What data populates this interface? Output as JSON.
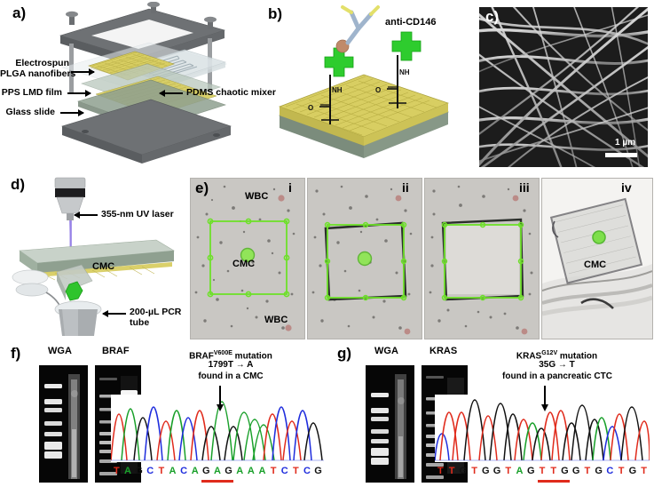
{
  "figure": {
    "panels": {
      "a": {
        "letter": "a)",
        "labels": {
          "electrospun": "Electrospun",
          "plga": "PLGA nanofibers",
          "pps": "PPS LMD film",
          "glass": "Glass slide",
          "pdms": "PDMS chaotic mixer"
        }
      },
      "b": {
        "letter": "b)",
        "antibody_label": "anti-CD146",
        "bond_labels": [
          "NH",
          "O",
          "NH",
          "O"
        ]
      },
      "c": {
        "letter": "c)",
        "scale_bar": "1 µm"
      },
      "d": {
        "letter": "d)",
        "laser_label": "355-nm UV laser",
        "cmc_label": "CMC",
        "tube_label": "200-µL PCR\ntube",
        "tube_label_line1": "200-µL PCR",
        "tube_label_line2": "tube"
      },
      "e": {
        "letter": "e)",
        "subpanels": [
          {
            "roman": "i",
            "labels": [
              "WBC",
              "CMC",
              "WBC"
            ]
          },
          {
            "roman": "ii",
            "labels": []
          },
          {
            "roman": "iii",
            "labels": []
          },
          {
            "roman": "iv",
            "labels": [
              "CMC"
            ]
          }
        ]
      },
      "f": {
        "letter": "f)",
        "gel_labels": [
          "WGA",
          "BRAF"
        ],
        "annotation_line1_pre": "BRAF",
        "annotation_line1_sup": "V600E",
        "annotation_line1_post": " mutation",
        "annotation_line2": "1799T → A",
        "annotation_line3": "found in a CMC",
        "sequence": [
          "T",
          "A",
          "G",
          "C",
          "T",
          "A",
          "C",
          "A",
          "G",
          "A",
          "G",
          "A",
          "A",
          "A",
          "T",
          "C",
          "T",
          "C",
          "G"
        ],
        "underline_start_index": 8,
        "underline_length": 3,
        "mutation_index": 9
      },
      "g": {
        "letter": "g)",
        "gel_labels": [
          "WGA",
          "KRAS"
        ],
        "annotation_line1_pre": "KRAS",
        "annotation_line1_sup": "G12V",
        "annotation_line1_post": " mutation",
        "annotation_line2": "35G → T",
        "annotation_line3": "found in a pancreatic CTC",
        "sequence": [
          "T",
          "T",
          "G",
          "T",
          "G",
          "G",
          "T",
          "A",
          "G",
          "T",
          "T",
          "G",
          "G",
          "T",
          "G",
          "C",
          "T",
          "G",
          "T"
        ],
        "underline_start_index": 9,
        "underline_length": 3,
        "mutation_index": 10
      }
    },
    "colors": {
      "base_color_A": "#19a02a",
      "base_color_C": "#1f2ddd",
      "base_color_G": "#111111",
      "base_color_T": "#e02b1c",
      "nanofiber_yellow": "#d8ce62",
      "glass_green": "#8fa090",
      "metal_gray": "#777a7d",
      "capture_green": "#57d32a",
      "underline_red": "#e02b1c",
      "antibody_blue": "#9fb4cc"
    }
  }
}
